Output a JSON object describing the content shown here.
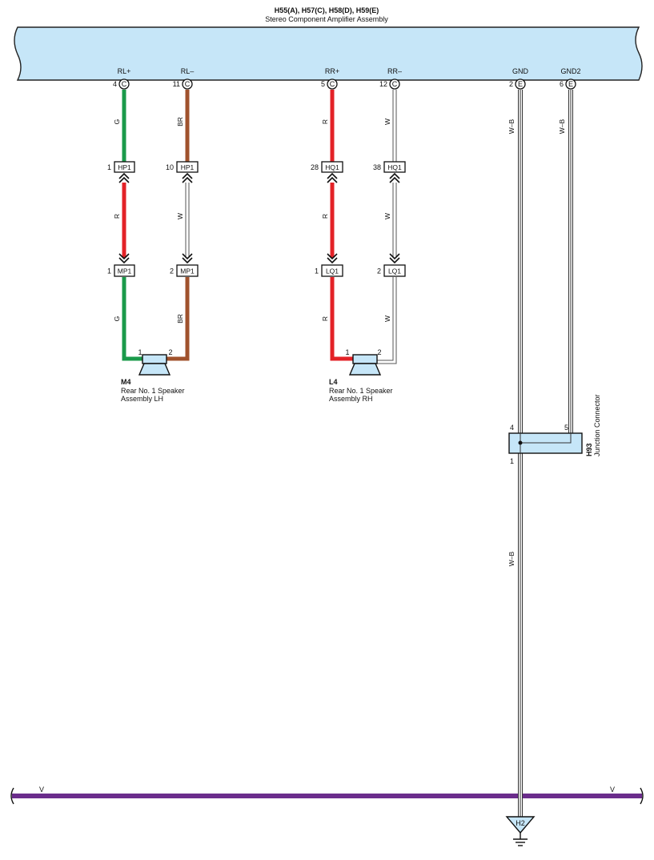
{
  "amplifier": {
    "title": "H55(A), H57(C), H58(D), H59(E)",
    "description": "Stereo Component Amplifier Assembly",
    "pins": [
      {
        "signal": "RL+",
        "pin": "4",
        "conn": "C"
      },
      {
        "signal": "RL–",
        "pin": "11",
        "conn": "C"
      },
      {
        "signal": "RR+",
        "pin": "5",
        "conn": "C"
      },
      {
        "signal": "RR–",
        "pin": "12",
        "conn": "C"
      },
      {
        "signal": "GND",
        "pin": "2",
        "conn": "E"
      },
      {
        "signal": "GND2",
        "pin": "6",
        "conn": "E"
      }
    ]
  },
  "wire_labels": {
    "g_top": "G",
    "br_top": "BR",
    "r_top": "R",
    "w_top": "W",
    "r_mid1": "R",
    "w_mid1": "W",
    "r_mid2": "R",
    "w_mid2": "W",
    "g_bot": "G",
    "br_bot": "BR",
    "r_bot": "R",
    "w_bot": "W",
    "wb_gnd": "W–B",
    "wb_gnd2": "W–B",
    "wb_main": "W–B"
  },
  "connectors": {
    "hp1_a": {
      "pin": "1",
      "name": "HP1"
    },
    "hp1_b": {
      "pin": "10",
      "name": "HP1"
    },
    "hq1_a": {
      "pin": "28",
      "name": "HQ1"
    },
    "hq1_b": {
      "pin": "38",
      "name": "HQ1"
    },
    "mp1_a": {
      "pin": "1",
      "name": "MP1"
    },
    "mp1_b": {
      "pin": "2",
      "name": "MP1"
    },
    "lq1_a": {
      "pin": "1",
      "name": "LQ1"
    },
    "lq1_b": {
      "pin": "2",
      "name": "LQ1"
    }
  },
  "speakers": {
    "lh": {
      "id": "M4",
      "line1": "Rear No.  1 Speaker",
      "line2": "Assembly LH",
      "pin1": "1",
      "pin2": "2"
    },
    "rh": {
      "id": "L4",
      "line1": "Rear No.  1 Speaker",
      "line2": "Assembly RH",
      "pin1": "1",
      "pin2": "2"
    }
  },
  "junction": {
    "id": "H93",
    "description": "Junction Connector",
    "pin_4": "4",
    "pin_5": "5",
    "pin_1": "1"
  },
  "bus": {
    "left_label": "V",
    "right_label": "V",
    "color": "#6b2d8c"
  },
  "ground": {
    "label": "H2"
  },
  "colors": {
    "amp_fill": "#c6e6f8",
    "green": "#1a9a4a",
    "brown": "#a0522d",
    "red": "#e32227",
    "white_wire": "#ffffff",
    "junction_fill": "#c6e6f8"
  }
}
